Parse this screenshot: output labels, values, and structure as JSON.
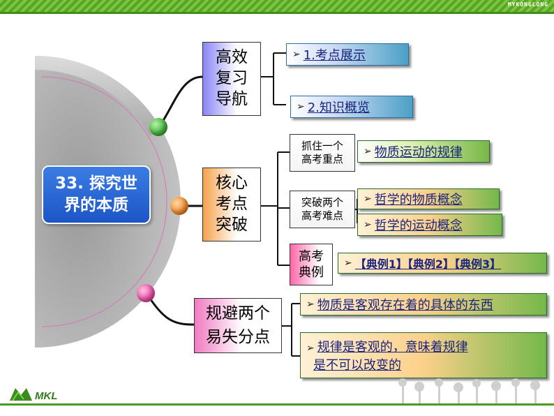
{
  "brand": "MYKONGLONG",
  "logo_text": "MKL",
  "center": {
    "label": "33. 探究世界的本质"
  },
  "branches": [
    {
      "label_lines": [
        "高效",
        "复习",
        "导航"
      ],
      "items": [
        {
          "text": "1.考点展示"
        },
        {
          "text": "2.知识概览"
        }
      ]
    },
    {
      "label_lines": [
        "核心",
        "考点",
        "突破"
      ],
      "groups": [
        {
          "label_lines": [
            "抓住一个",
            "高考重点"
          ],
          "items": [
            "物质运动的规律"
          ]
        },
        {
          "label_lines": [
            "突破两个",
            "高考难点"
          ],
          "items": [
            "哲学的物质概念",
            "哲学的运动概念"
          ]
        },
        {
          "label_lines": [
            "高考",
            "典例"
          ],
          "items": [
            "【典例1】【典例2】【典例3】"
          ]
        }
      ]
    },
    {
      "label_lines": [
        "规避两个",
        "易失分点"
      ],
      "items": [
        {
          "text": "物质是客观存在着的具体的东西"
        },
        {
          "text_lines": [
            "规律是客观的，意味着规律",
            "是不可以改变的"
          ]
        }
      ]
    }
  ],
  "colors": {
    "top_bar": "#6ab534",
    "center_box": "#2a68d8",
    "dot_green": "#4cc44a",
    "dot_orange": "#f07f22",
    "dot_pink": "#e6409a"
  }
}
